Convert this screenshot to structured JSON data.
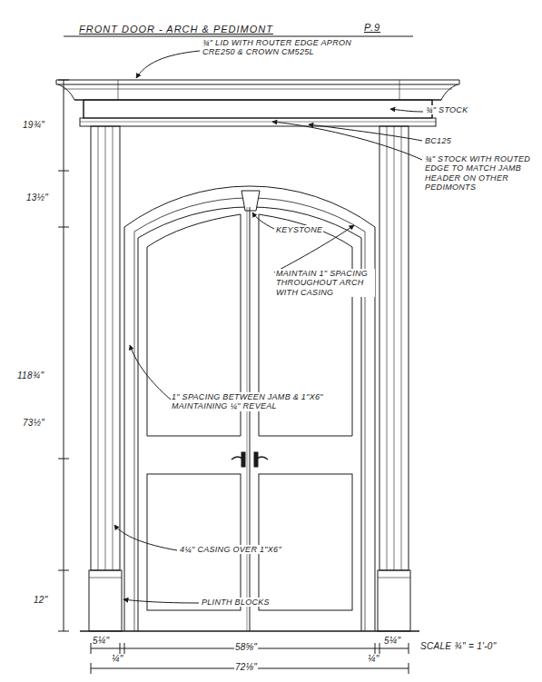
{
  "diagram": {
    "title": "FRONT DOOR - ARCH & PEDIMONT",
    "labels": [
      "P.9",
      "¾\" LID WITH ROUTER EDGE APRON CRE250 & CROWN CM525L",
      "¾\" STOCK",
      "BC125",
      "¾\" STOCK WITH ROUTED EDGE TO MATCH JAMB HEADER ON OTHER PEDIMONTS",
      "KEYSTONE",
      "MAINTAIN 1\" SPACING THROUGHOUT ARCH WITH CASING",
      "1\" SPACING BETWEEN JAMB & 1\"X6\" MAINTAINING ¼\" REVEAL",
      "4¼\" CASING OVER 1\"X6\"",
      "PLINTH BLOCKS",
      "19¾\"",
      "13½\"",
      "118¾\"",
      "73½\"",
      "12\"",
      "5¼\"",
      "¼\"",
      "58⅝\"",
      "¼\"",
      "5¼\"",
      "72⅛\"",
      "SCALE ¾\" = 1'-0\""
    ]
  }
}
